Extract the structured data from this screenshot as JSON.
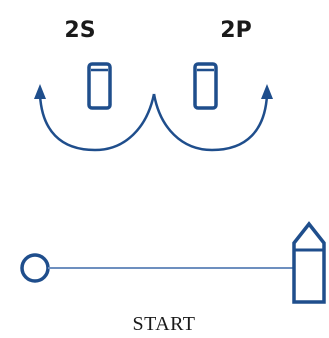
{
  "labels": {
    "left_mode": "2S",
    "right_mode": "2P",
    "start": "START"
  },
  "icons": {
    "left_cylinder": "battery-cell-icon",
    "right_cylinder": "battery-cell-icon",
    "left_arrow": "curved-arrow-icon",
    "right_arrow": "curved-arrow-icon",
    "start_circle": "circle-endpoint-icon",
    "end_marker": "pentagon-marker-icon"
  },
  "colors": {
    "stroke": "#1f4e8c",
    "line": "#6d8fbf",
    "text": "#1a1a1a",
    "background": "#ffffff"
  }
}
